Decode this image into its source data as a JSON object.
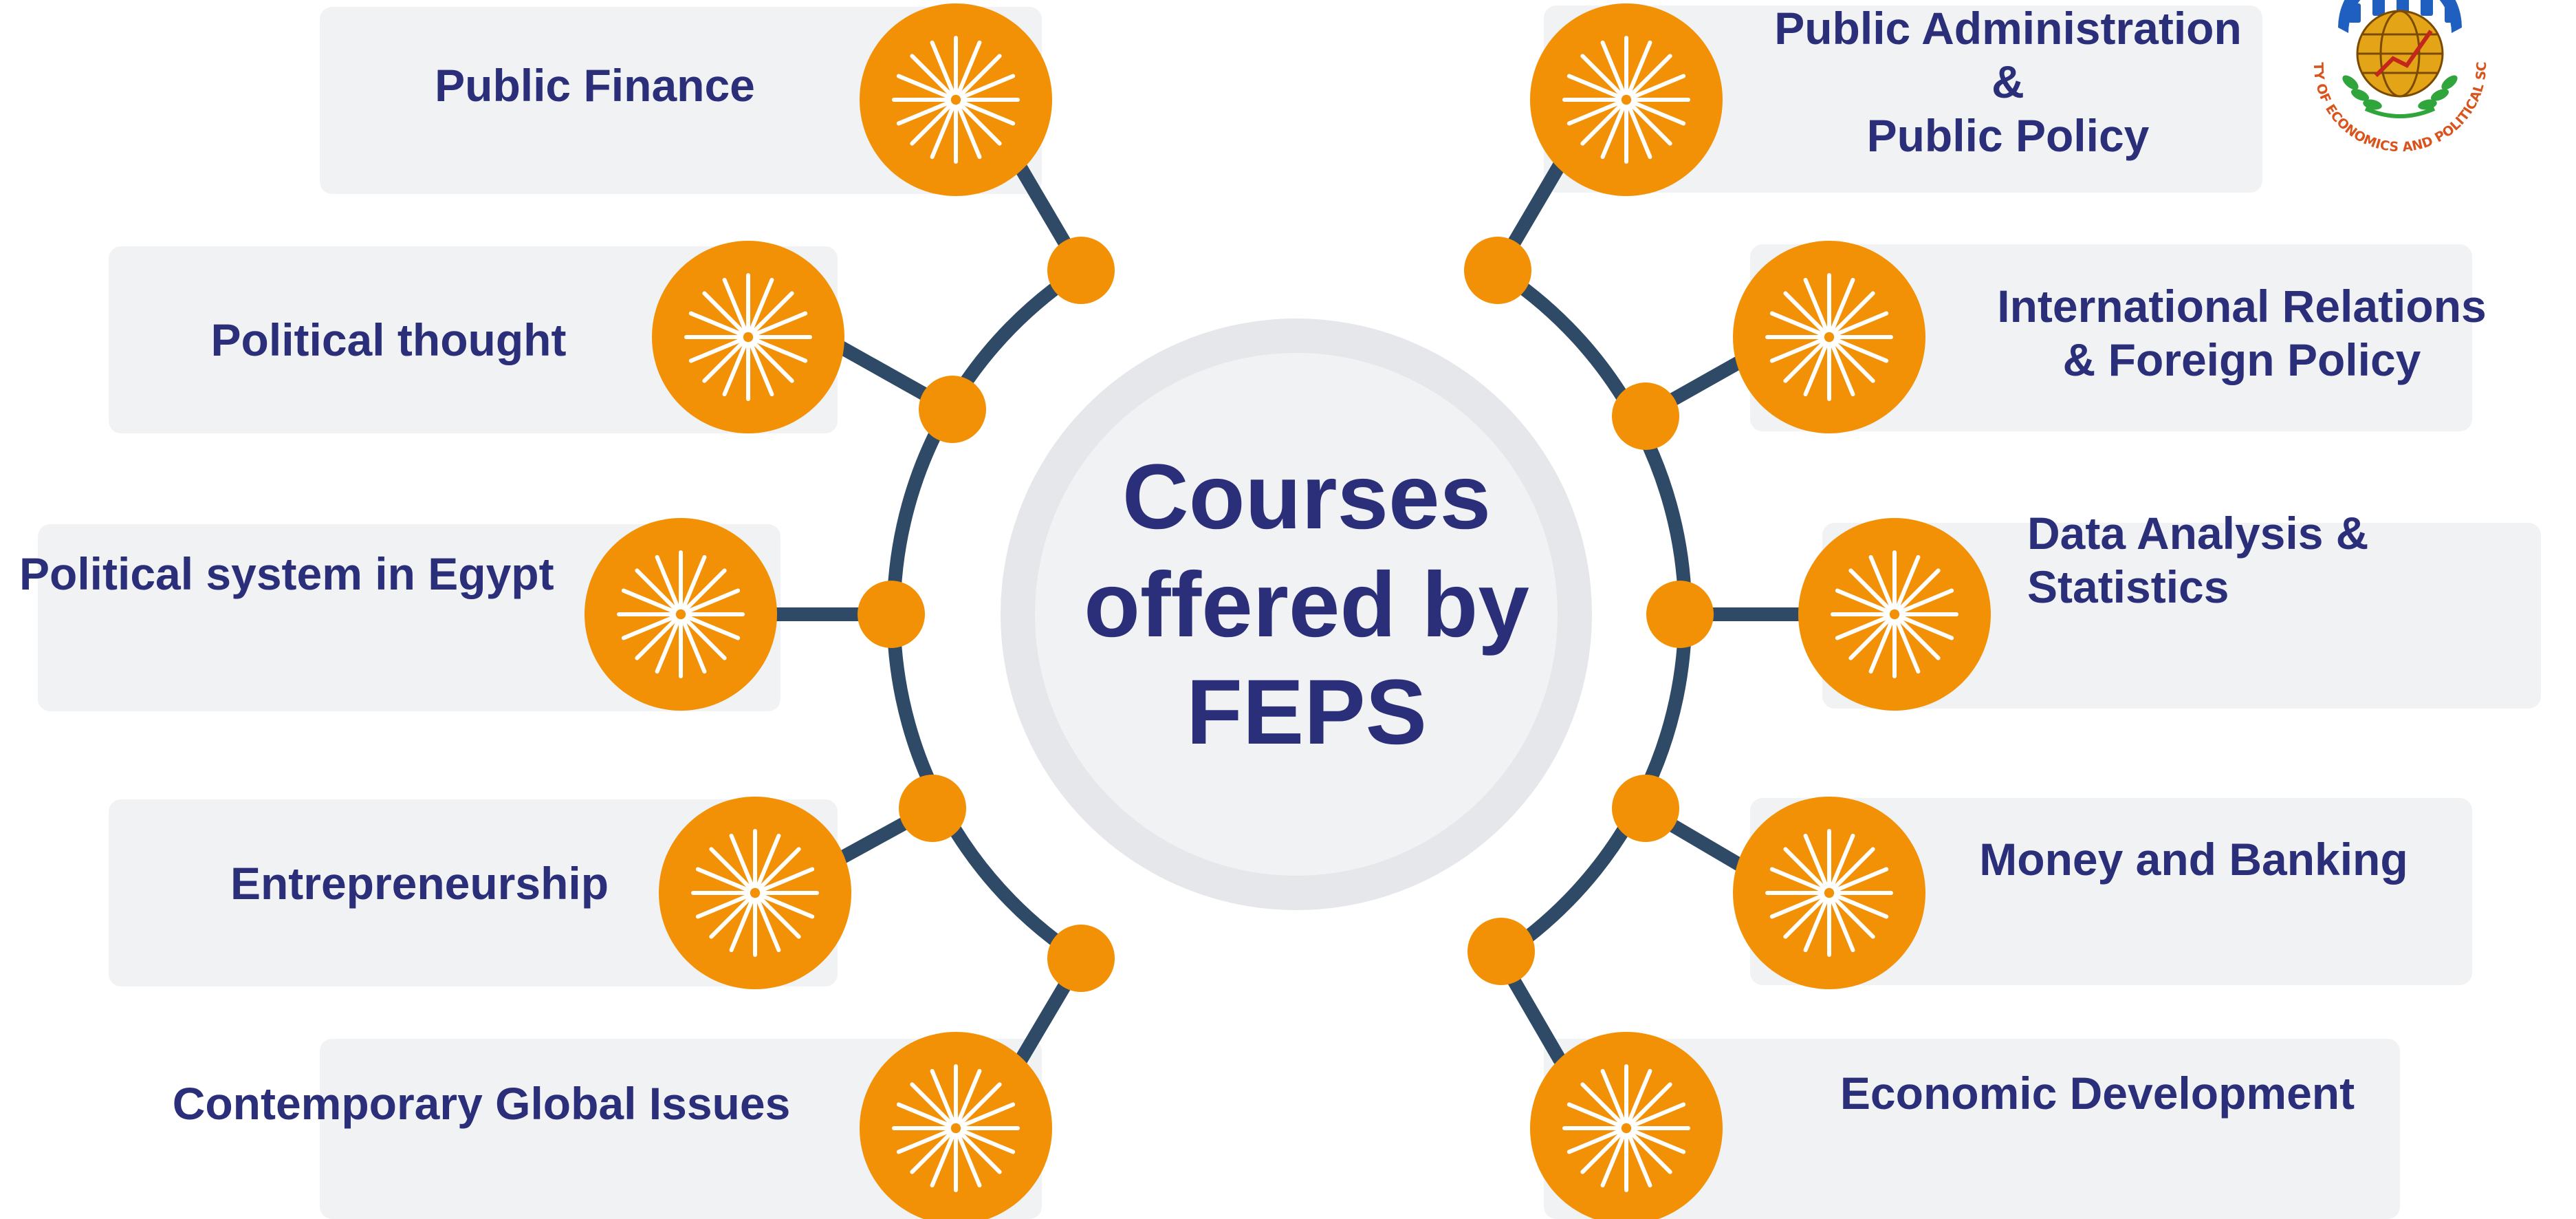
{
  "hub": {
    "title": "Courses\noffered by\nFEPS"
  },
  "colors": {
    "node_orange": "#f29105",
    "connector": "#2e4a66",
    "card_bg": "#f1f2f4",
    "hub_ring": "#e6e7ea",
    "text_navy": "#2b2f7a"
  },
  "courses_left": [
    {
      "label": "Public Finance"
    },
    {
      "label": "Political thought"
    },
    {
      "label": "Political system in Egypt"
    },
    {
      "label": "Entrepreneurship"
    },
    {
      "label": "Contemporary Global Issues"
    }
  ],
  "courses_right": [
    {
      "label": "Public Administration\n&\nPublic Policy"
    },
    {
      "label": "International Relations\n& Foreign Policy"
    },
    {
      "label": "Data Analysis & Statistics"
    },
    {
      "label": "Money and Banking"
    },
    {
      "label": "Economic Development"
    }
  ],
  "logo": {
    "text": "FACULTY OF ECONOMICS AND POLITICAL SCIENCE"
  }
}
